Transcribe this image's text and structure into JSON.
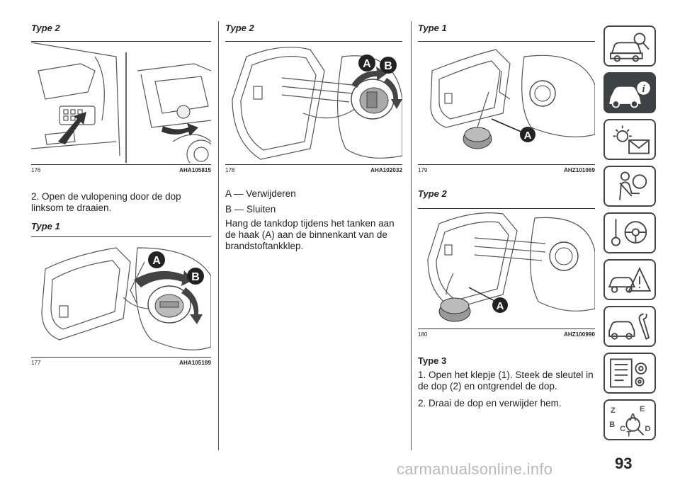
{
  "column1": {
    "heading_top": "Type 2",
    "fig176": {
      "number": "176",
      "code": "AHA105815"
    },
    "step2": "2. Open de vulopening door de dop linksom te draaien.",
    "heading_mid": "Type 1",
    "fig177": {
      "number": "177",
      "code": "AHA105189",
      "label_a": "A",
      "label_b": "B"
    }
  },
  "column2": {
    "heading": "Type 2",
    "fig178": {
      "number": "178",
      "code": "AHA102032",
      "label_a": "A",
      "label_b": "B"
    },
    "legend_a": "A — Verwijderen",
    "legend_b": "B — Sluiten",
    "note": "Hang de tankdop tijdens het tanken aan de haak (A) aan de binnenkant van de brandstoftankklep."
  },
  "column3": {
    "heading_top": "Type 1",
    "fig179": {
      "number": "179",
      "code": "AHZ101069",
      "label_a": "A"
    },
    "heading_mid": "Type 2",
    "fig180": {
      "number": "180",
      "code": "AHZ100990",
      "label_a": "A"
    },
    "heading_type3": "Type 3",
    "step1": "1. Open het klepje (1). Steek de sleutel in de dop (2) en ontgrendel de dop.",
    "step2": "2. Draai de dop en verwijder hem."
  },
  "sidebar": {
    "tabs": [
      {
        "icon": "car-search-icon",
        "active": false
      },
      {
        "icon": "car-info-icon",
        "active": true
      },
      {
        "icon": "warning-light-envelope-icon",
        "active": false
      },
      {
        "icon": "seatbelt-airbag-icon",
        "active": false
      },
      {
        "icon": "key-steering-wheel-icon",
        "active": false
      },
      {
        "icon": "car-warning-triangle-icon",
        "active": false
      },
      {
        "icon": "car-wrench-icon",
        "active": false
      },
      {
        "icon": "list-gear-icon",
        "active": false
      },
      {
        "icon": "alphabet-index-icon",
        "active": false
      }
    ],
    "index_letters": [
      "Z",
      "E",
      "A",
      "B",
      "C",
      "D",
      "T"
    ],
    "colors": {
      "tab_border": "#444444",
      "active_bg": "#3d4244"
    }
  },
  "page_number": "93",
  "watermark": "carmanualsonline.info"
}
